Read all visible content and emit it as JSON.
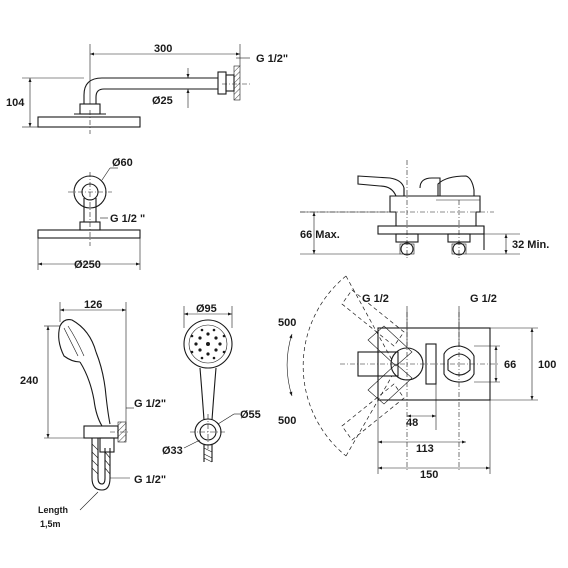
{
  "labels": {
    "arm_length": "300",
    "arm_thread": "G 1/2\"",
    "arm_height": "104",
    "arm_pipe_dia": "Ø25",
    "flange_dia": "Ø60",
    "head_thread": "G 1/2 \"",
    "head_dia": "Ø250",
    "hand_width": "126",
    "hand_height": "240",
    "hand_thread_top": "G 1/2\"",
    "hand_thread_bottom": "G 1/2\"",
    "hose_length_1": "Length",
    "hose_length_2": "1,5m",
    "hand_face_dia": "Ø95",
    "holder_dia": "Ø55",
    "holder_inner_dia": "Ø33",
    "mixer_max": "66 Max.",
    "mixer_min": "32 Min.",
    "mixer_thread_left": "G 1/2",
    "mixer_thread_right": "G 1/2",
    "swing_top": "500",
    "swing_bottom": "500",
    "plate_height": "66",
    "plate_outer_height": "100",
    "inlet_offset": "48",
    "inlet_spacing": "113",
    "plate_width": "150"
  },
  "colors": {
    "ink": "#1a1a1a",
    "background": "#ffffff"
  }
}
